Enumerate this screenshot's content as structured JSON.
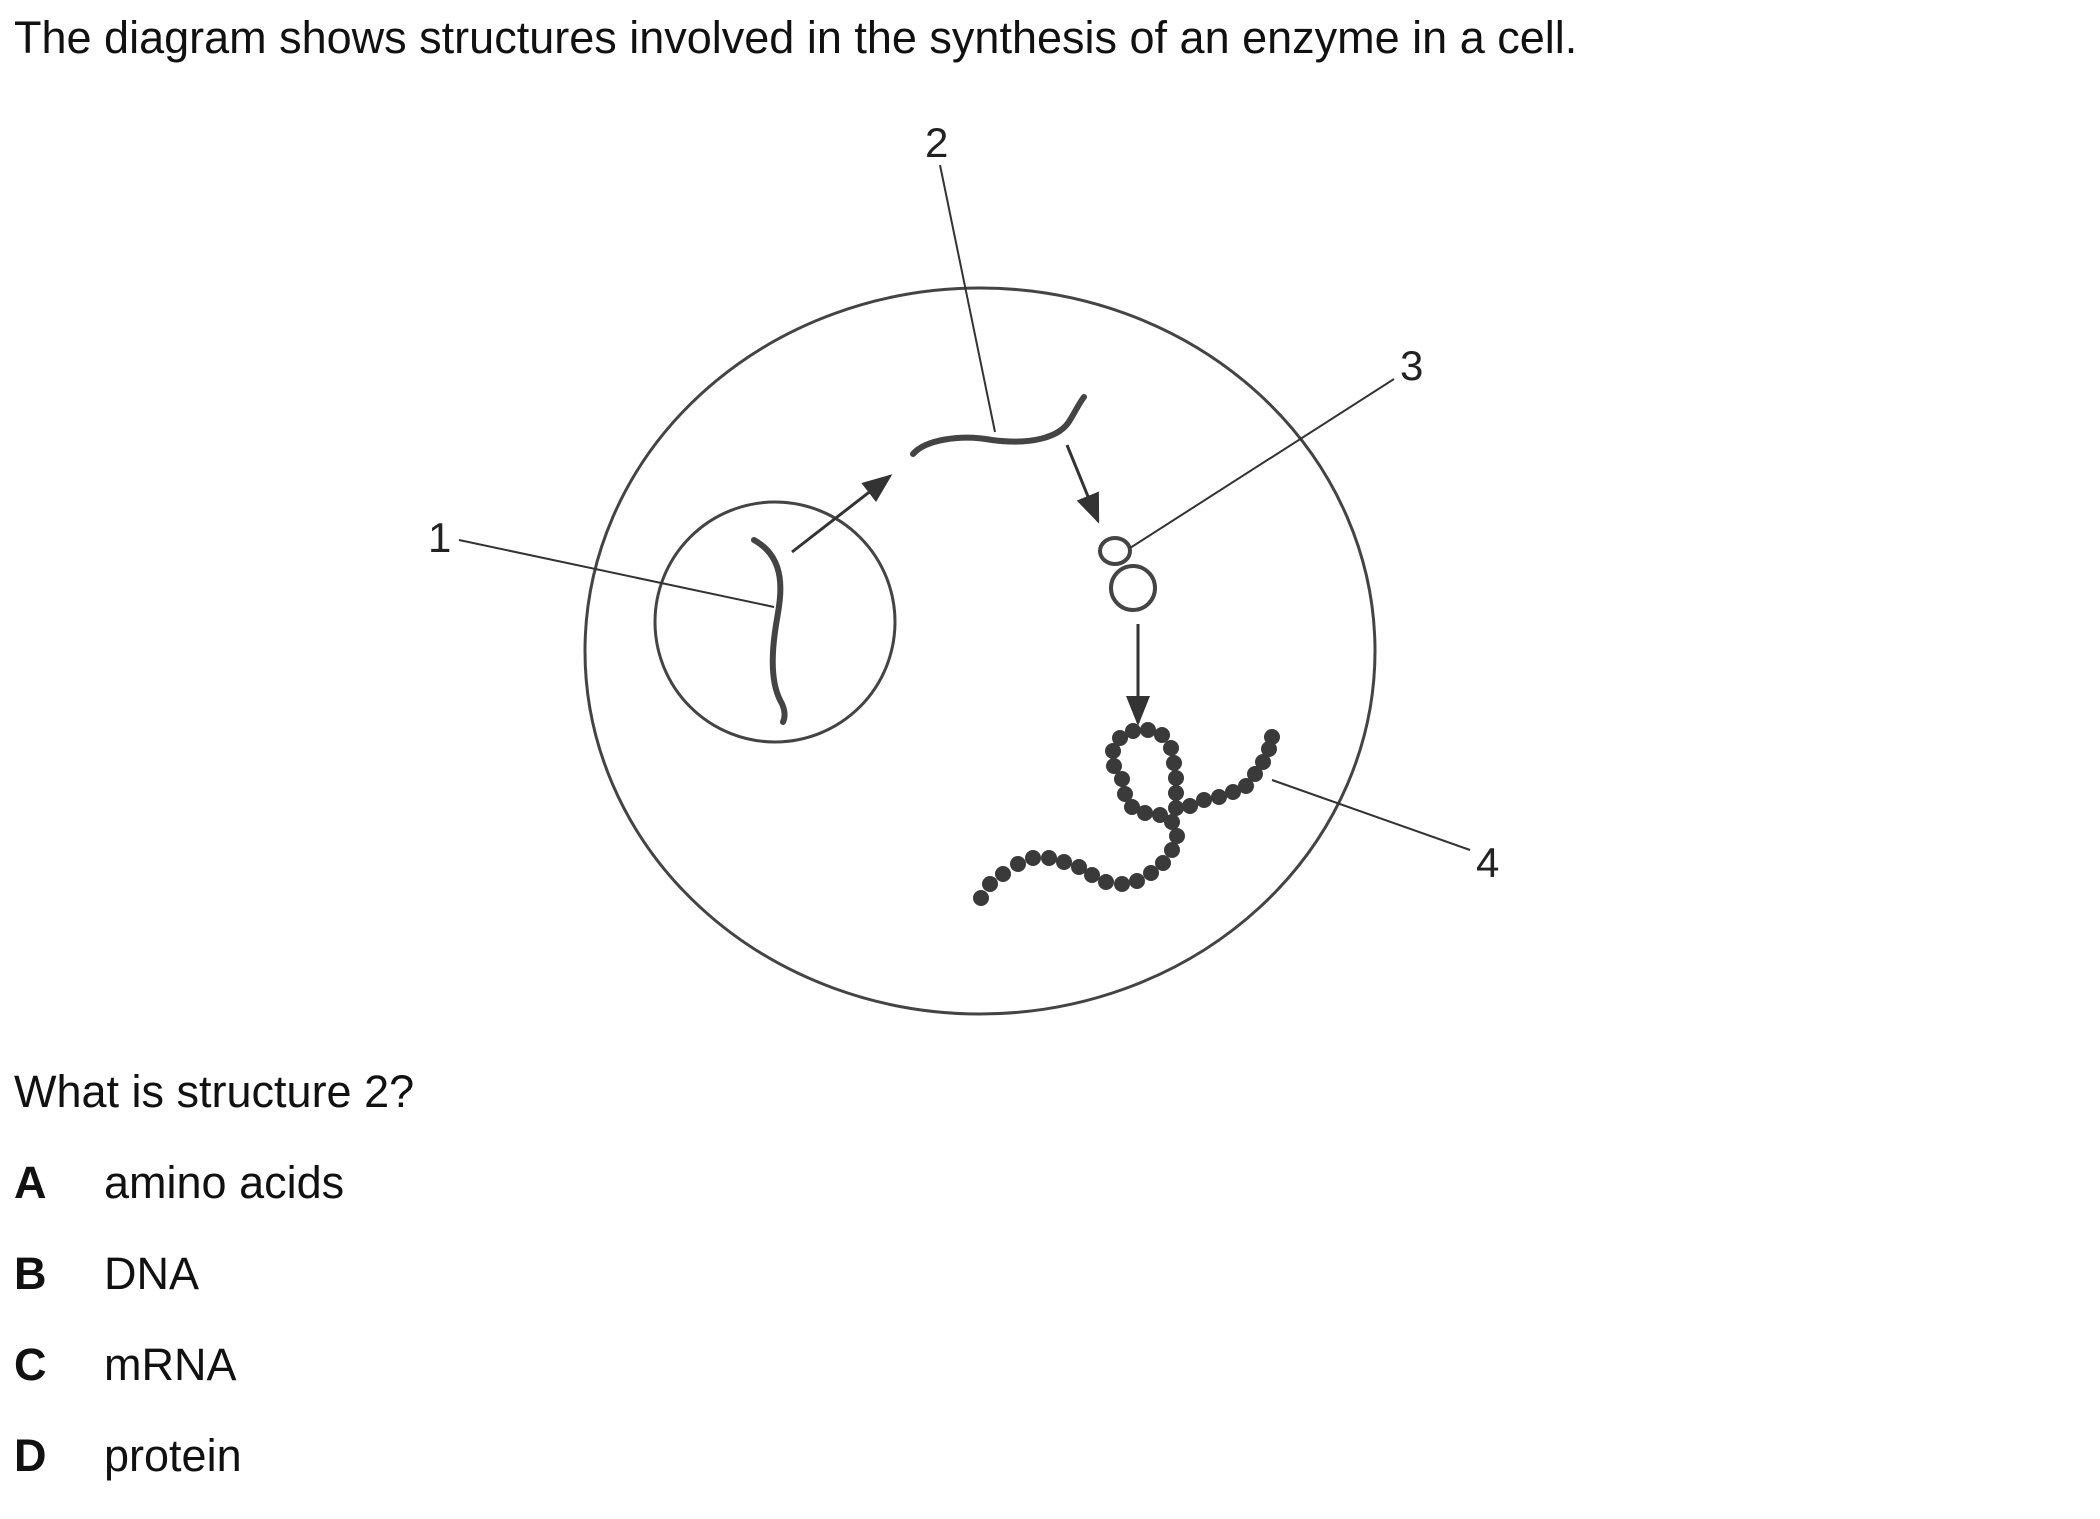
{
  "intro": "The diagram shows structures involved in the synthesis of an enzyme in a cell.",
  "diagram": {
    "labels": [
      "1",
      "2",
      "3",
      "4"
    ]
  },
  "question": "What is structure 2?",
  "options": [
    {
      "letter": "A",
      "text": "amino acids"
    },
    {
      "letter": "B",
      "text": "DNA"
    },
    {
      "letter": "C",
      "text": "mRNA"
    },
    {
      "letter": "D",
      "text": "protein"
    }
  ]
}
